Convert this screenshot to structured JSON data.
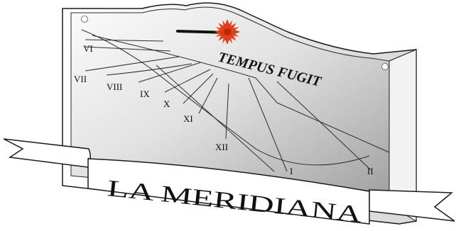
{
  "motto": "TEMPUS FUGIT",
  "banner": "LA MERIDIANA",
  "hours": [
    "VI",
    "VII",
    "VIII",
    "IX",
    "X",
    "XI",
    "XII",
    "I",
    "II"
  ],
  "colors": {
    "plate_light": "#f7f7f7",
    "plate_dark": "#a9a9a9",
    "outline": "#1a1a1a",
    "sun": "#e23c12",
    "ribbon": "#ffffff"
  }
}
